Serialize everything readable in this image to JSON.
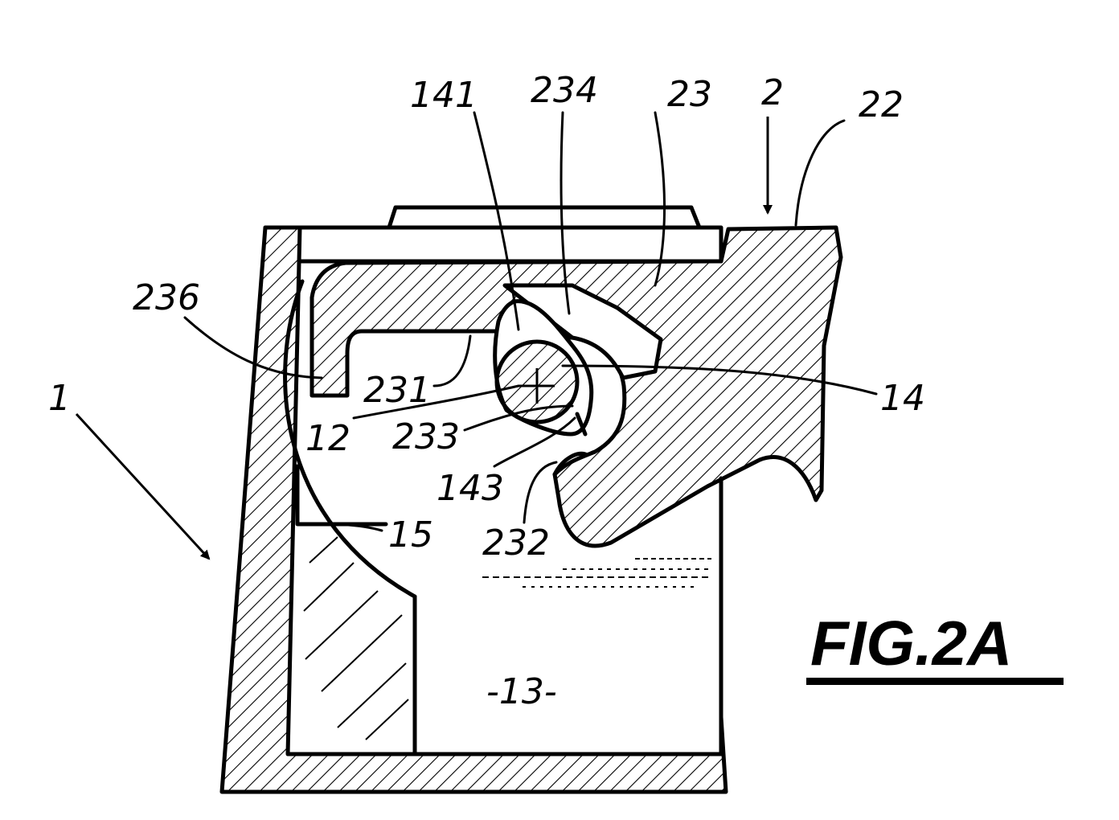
{
  "figure": {
    "title": "FIG.2A",
    "labels": {
      "l1": "1",
      "l2": "2",
      "l12": "12",
      "l13": "-13-",
      "l14": "14",
      "l15": "15",
      "l22": "22",
      "l23": "23",
      "l141": "141",
      "l143": "143",
      "l231": "231",
      "l232": "232",
      "l233": "233",
      "l234": "234",
      "l236": "236"
    }
  }
}
